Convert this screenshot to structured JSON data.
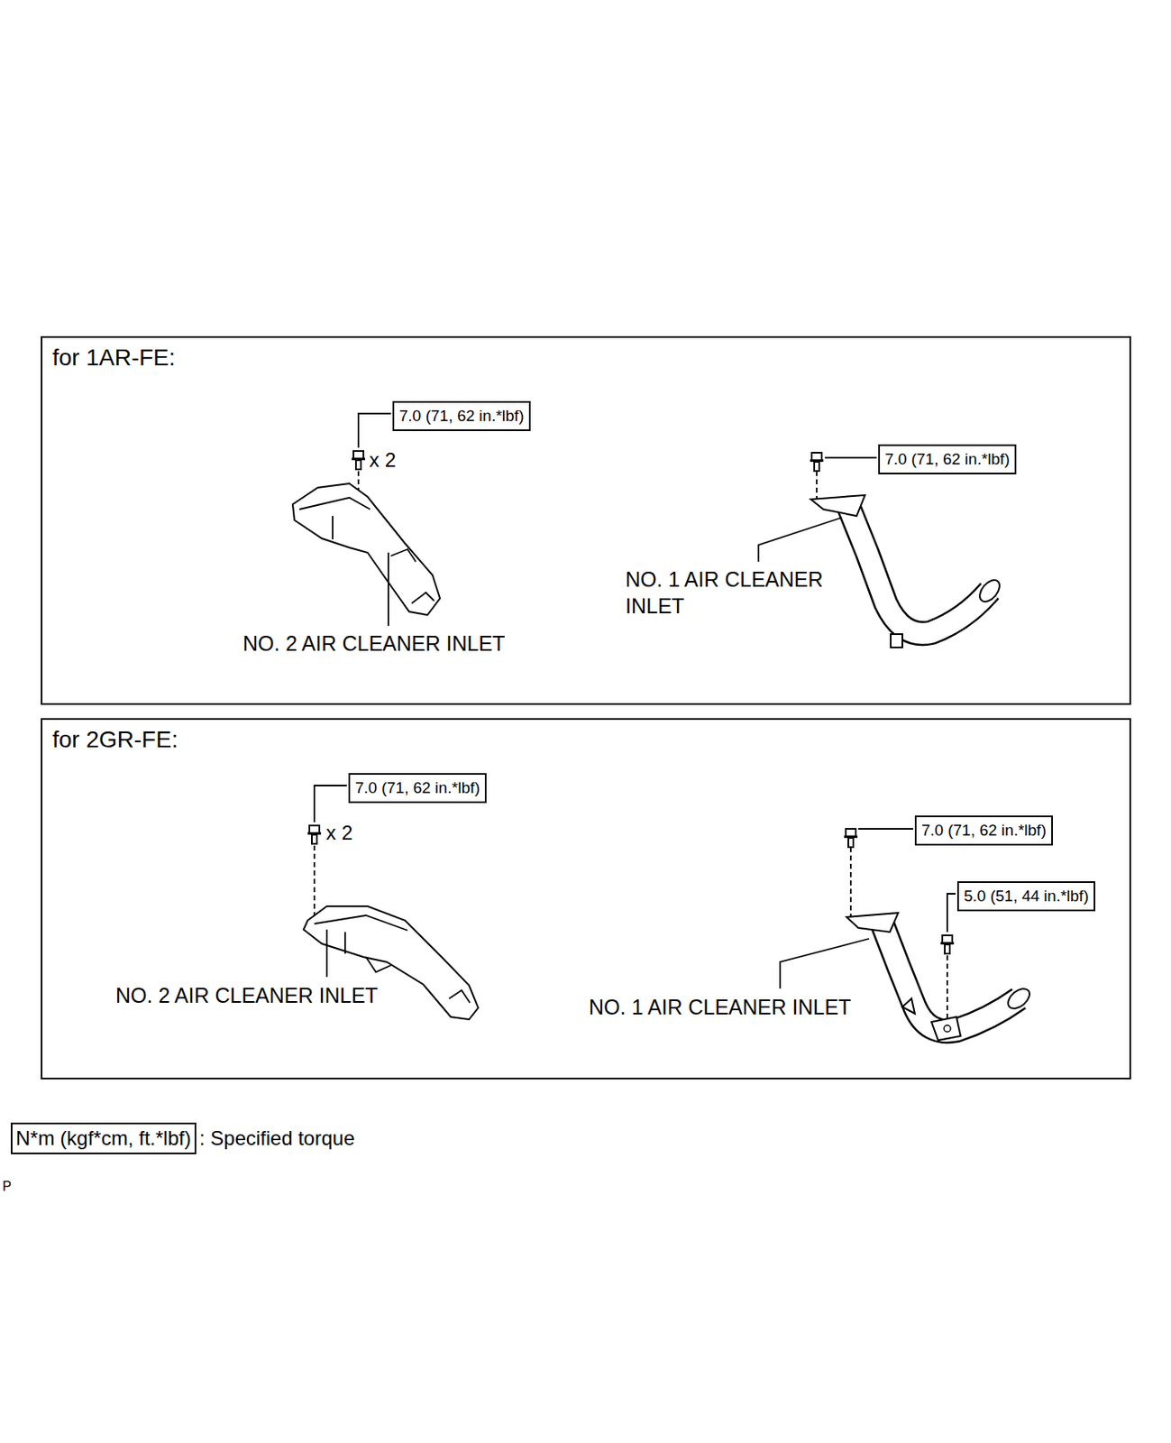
{
  "diagram": {
    "nodes": [
      {
        "text": [
          "for 1AR-FE:"
        ]
      },
      {
        "text": [
          "7.0 (71, 62 in.*lbf)"
        ],
        "in": 0
      },
      {
        "text": [
          "7.0 (71, 62 in.*lbf)"
        ],
        "in": 0
      },
      {
        "text": [
          "for 2GR-FE:"
        ]
      },
      {
        "text": [
          "7.0 (71, 62 in.*lbf)"
        ],
        "in": 3
      },
      {
        "text": [
          "7.0 (71, 62 in.*lbf)"
        ],
        "in": 3
      },
      {
        "text": [
          "5.0 (51, 44 in.*lbf)"
        ],
        "in": 3
      },
      {
        "text": [
          "N*m (kgf*cm, ft.*lbf)"
        ]
      }
    ],
    "edges": [],
    "labels": [
      "x 2",
      "NO. 2 AIR CLEANER INLET",
      "NO. 1 AIR CLEANER INLET",
      "x 2",
      "NO. 2 AIR CLEANER INLET",
      "NO. 1 AIR CLEANER INLET",
      ": Specified torque",
      "P"
    ]
  }
}
